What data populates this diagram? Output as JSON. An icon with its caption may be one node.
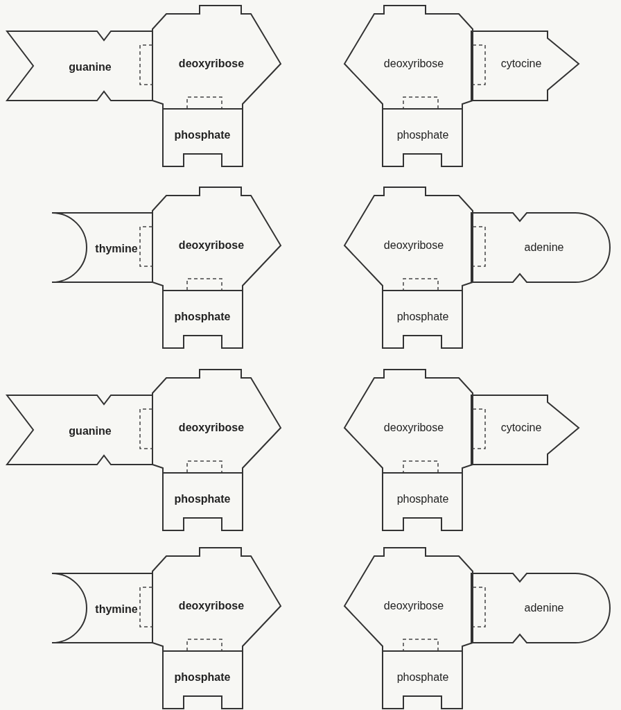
{
  "diagram": {
    "nodes": [
      {
        "text": [
          "guanine"
        ]
      },
      {
        "text": [
          "deoxyribose"
        ]
      },
      {
        "text": [
          "deoxyribose"
        ]
      },
      {
        "text": [
          "cytocine"
        ]
      },
      {
        "text": [
          "phosphate"
        ]
      },
      {
        "text": [
          "phosphate"
        ]
      },
      {
        "text": [
          "thymine"
        ]
      },
      {
        "text": [
          "deoxyribose"
        ]
      },
      {
        "text": [
          "deoxyribose"
        ]
      },
      {
        "text": [
          "adenine"
        ]
      },
      {
        "text": [
          "phosphate"
        ]
      },
      {
        "text": [
          "phosphate"
        ]
      },
      {
        "text": [
          "guanine"
        ]
      },
      {
        "text": [
          "deoxyribose"
        ]
      },
      {
        "text": [
          "deoxyribose"
        ]
      },
      {
        "text": [
          "cytocine"
        ]
      },
      {
        "text": [
          "phosphate"
        ]
      },
      {
        "text": [
          "phosphate"
        ]
      },
      {
        "text": [
          "thymine"
        ]
      },
      {
        "text": [
          "deoxyribose"
        ]
      },
      {
        "text": [
          "deoxyribose"
        ]
      },
      {
        "text": [
          "adenine"
        ]
      },
      {
        "text": [
          "phosphate"
        ]
      },
      {
        "text": [
          "phosphate"
        ]
      }
    ]
  }
}
